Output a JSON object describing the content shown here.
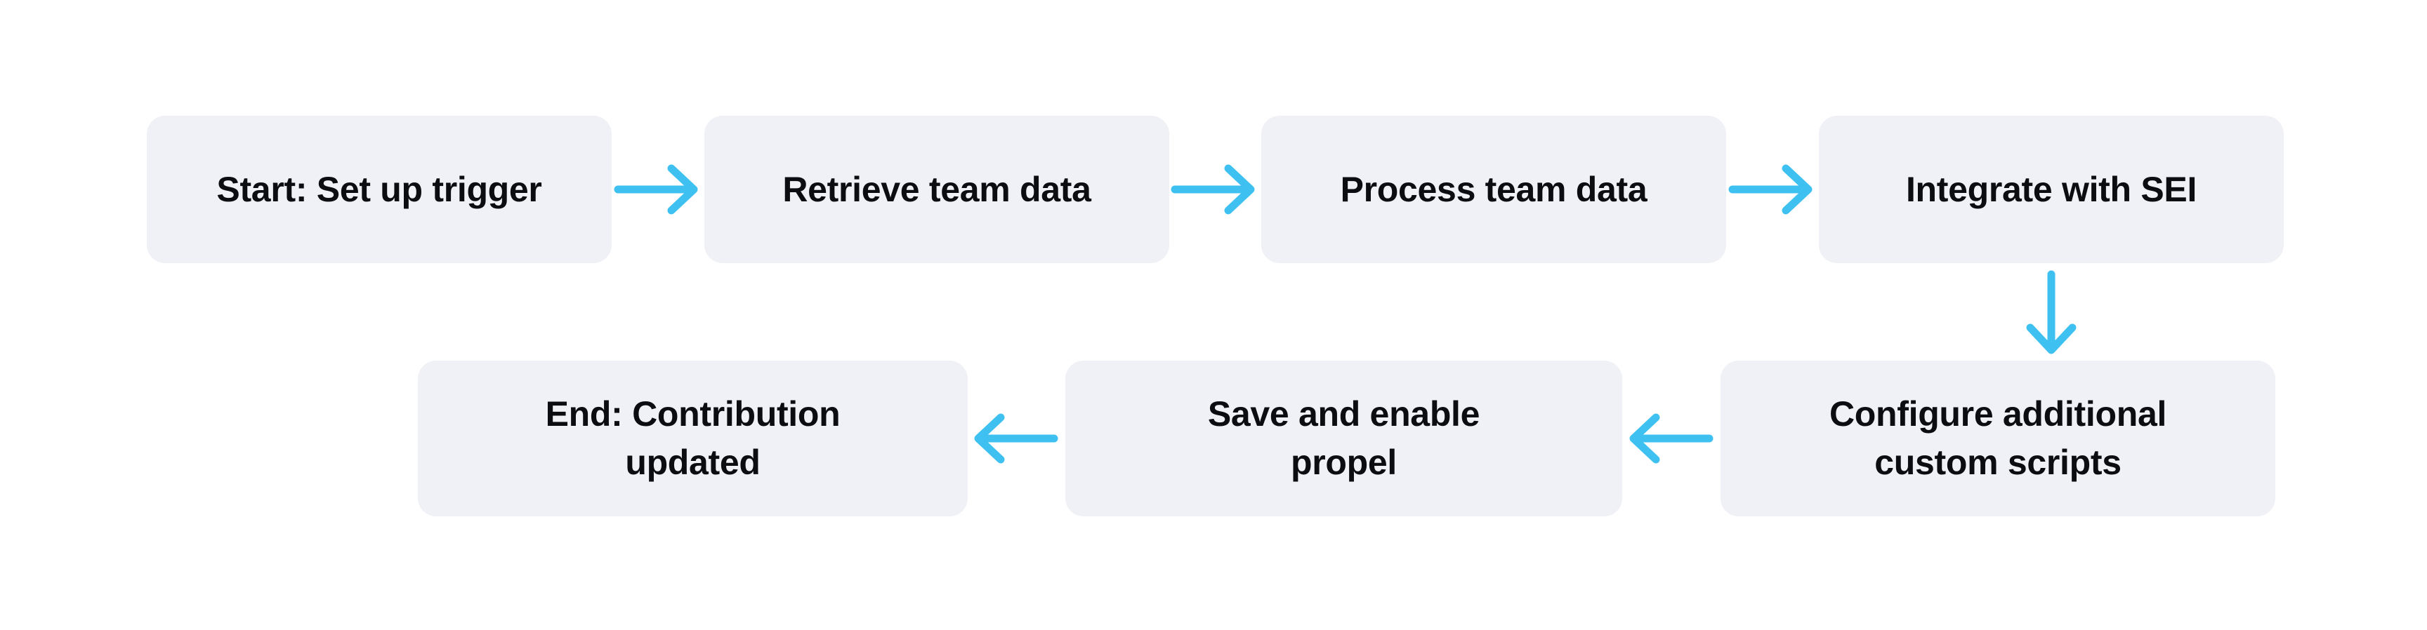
{
  "theme": {
    "bg": "#ffffff",
    "node-fill": "#f0f1f6",
    "node-text": "#0c0d10",
    "arrow": "#3ec1f1"
  },
  "diagram": {
    "type": "flowchart",
    "nodes": [
      {
        "id": "start",
        "label": "Start: Set up trigger"
      },
      {
        "id": "retrieve",
        "label": "Retrieve team data"
      },
      {
        "id": "process",
        "label": "Process team data"
      },
      {
        "id": "integrate",
        "label": "Integrate with SEI"
      },
      {
        "id": "configure",
        "label": "Configure additional\ncustom scripts"
      },
      {
        "id": "save",
        "label": "Save and enable\npropel"
      },
      {
        "id": "end",
        "label": "End: Contribution\nupdated"
      }
    ],
    "edges": [
      {
        "from": "Start: Set up trigger",
        "to": "Retrieve team data",
        "direction": "right"
      },
      {
        "from": "Retrieve team data",
        "to": "Process team data",
        "direction": "right"
      },
      {
        "from": "Process team data",
        "to": "Integrate with SEI",
        "direction": "right"
      },
      {
        "from": "Integrate with SEI",
        "to": "Configure additional custom scripts",
        "direction": "down"
      },
      {
        "from": "Configure additional custom scripts",
        "to": "Save and enable propel",
        "direction": "left"
      },
      {
        "from": "Save and enable propel",
        "to": "End: Contribution updated",
        "direction": "left"
      }
    ]
  }
}
